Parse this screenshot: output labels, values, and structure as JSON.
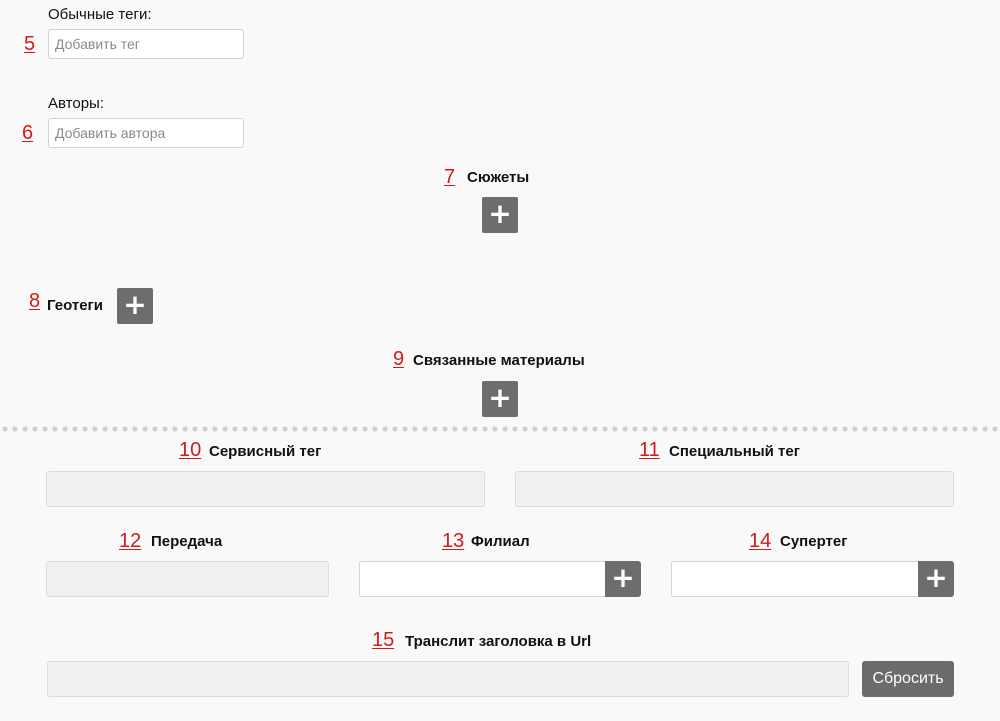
{
  "numbers": {
    "n5": "5",
    "n6": "6",
    "n7": "7",
    "n8": "8",
    "n9": "9",
    "n10": "10",
    "n11": "11",
    "n12": "12",
    "n13": "13",
    "n14": "14",
    "n15": "15"
  },
  "regular_tags": {
    "label": "Обычные теги:",
    "placeholder": "Добавить тег",
    "value": ""
  },
  "authors": {
    "label": "Авторы:",
    "placeholder": "Добавить автора",
    "value": ""
  },
  "stories": {
    "label": "Сюжеты"
  },
  "geotags": {
    "label": "Геотеги"
  },
  "related": {
    "label": "Связанные материалы"
  },
  "service_tag": {
    "label": "Сервисный тег",
    "value": ""
  },
  "special_tag": {
    "label": "Специальный тег",
    "value": ""
  },
  "program": {
    "label": "Передача",
    "value": ""
  },
  "branch": {
    "label": "Филиал",
    "value": ""
  },
  "supertag": {
    "label": "Супертег",
    "value": ""
  },
  "translit": {
    "label": "Транслит заголовка в Url",
    "value": "",
    "reset_label": "Сбросить"
  },
  "icons": {
    "plus": "+",
    "plus_icon": "plus-icon"
  },
  "colors": {
    "number_red": "#d31a1a",
    "button_gray": "#6d6d6d",
    "background": "#f9f9f9"
  }
}
